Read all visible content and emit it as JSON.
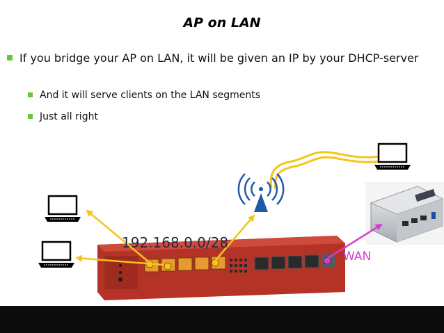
{
  "title": "AP on LAN",
  "bullets": [
    {
      "level": 1,
      "text": "If you bridge your AP on LAN, it will be given an IP by your DHCP-server"
    },
    {
      "level": 2,
      "text": "And it will serve clients on the LAN segments"
    },
    {
      "level": 2,
      "text": "Just all right"
    }
  ],
  "diagram": {
    "subnet_label": "192.168.0.0/28",
    "wan_label": "WAN",
    "colors": {
      "bullet": "#6cc23a",
      "lan_link": "#f5c518",
      "wan_link": "#d43ed0",
      "router_body": "#b53226",
      "wireless": "#1e5aa8"
    }
  }
}
